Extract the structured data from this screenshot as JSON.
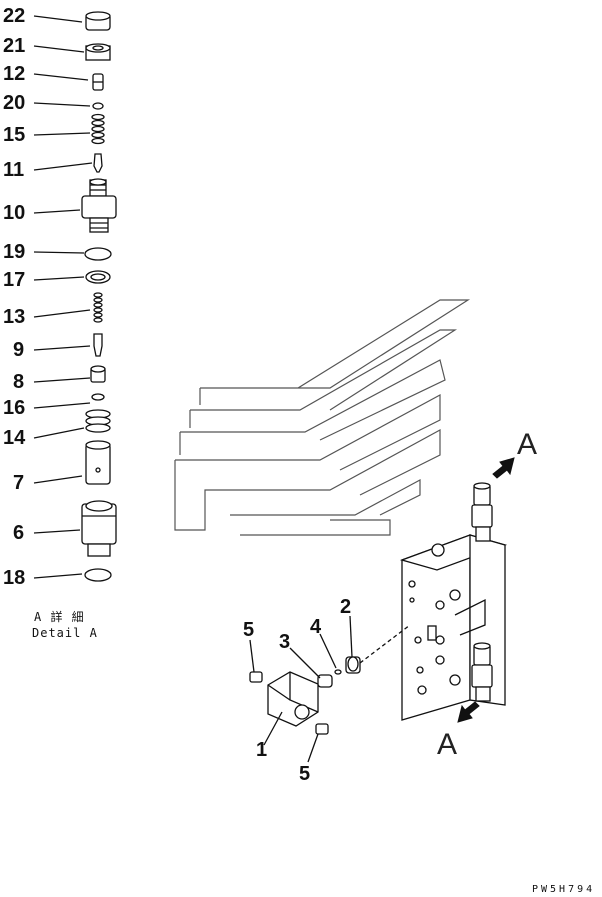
{
  "detail_parts": [
    {
      "no": "22",
      "shape": "cap"
    },
    {
      "no": "21",
      "shape": "nut"
    },
    {
      "no": "12",
      "shape": "plug"
    },
    {
      "no": "20",
      "shape": "small-ring"
    },
    {
      "no": "15",
      "shape": "spring"
    },
    {
      "no": "11",
      "shape": "poppet"
    },
    {
      "no": "10",
      "shape": "valve-body"
    },
    {
      "no": "19",
      "shape": "o-ring"
    },
    {
      "no": "17",
      "shape": "backup-ring"
    },
    {
      "no": "13",
      "shape": "spring"
    },
    {
      "no": "9",
      "shape": "poppet-long"
    },
    {
      "no": "8",
      "shape": "plug"
    },
    {
      "no": "16",
      "shape": "small-ring"
    },
    {
      "no": "14",
      "shape": "coil"
    },
    {
      "no": "7",
      "shape": "sleeve"
    },
    {
      "no": "6",
      "shape": "housing"
    },
    {
      "no": "18",
      "shape": "o-ring"
    }
  ],
  "detail_caption": {
    "jp": "A 詳 細",
    "en": "Detail A"
  },
  "assembly_labels": {
    "p1": "1",
    "p2": "2",
    "p3": "3",
    "p4": "4",
    "p5a": "5",
    "p5b": "5"
  },
  "view_arrow_label": "A",
  "drawing_code": "PW5H794"
}
